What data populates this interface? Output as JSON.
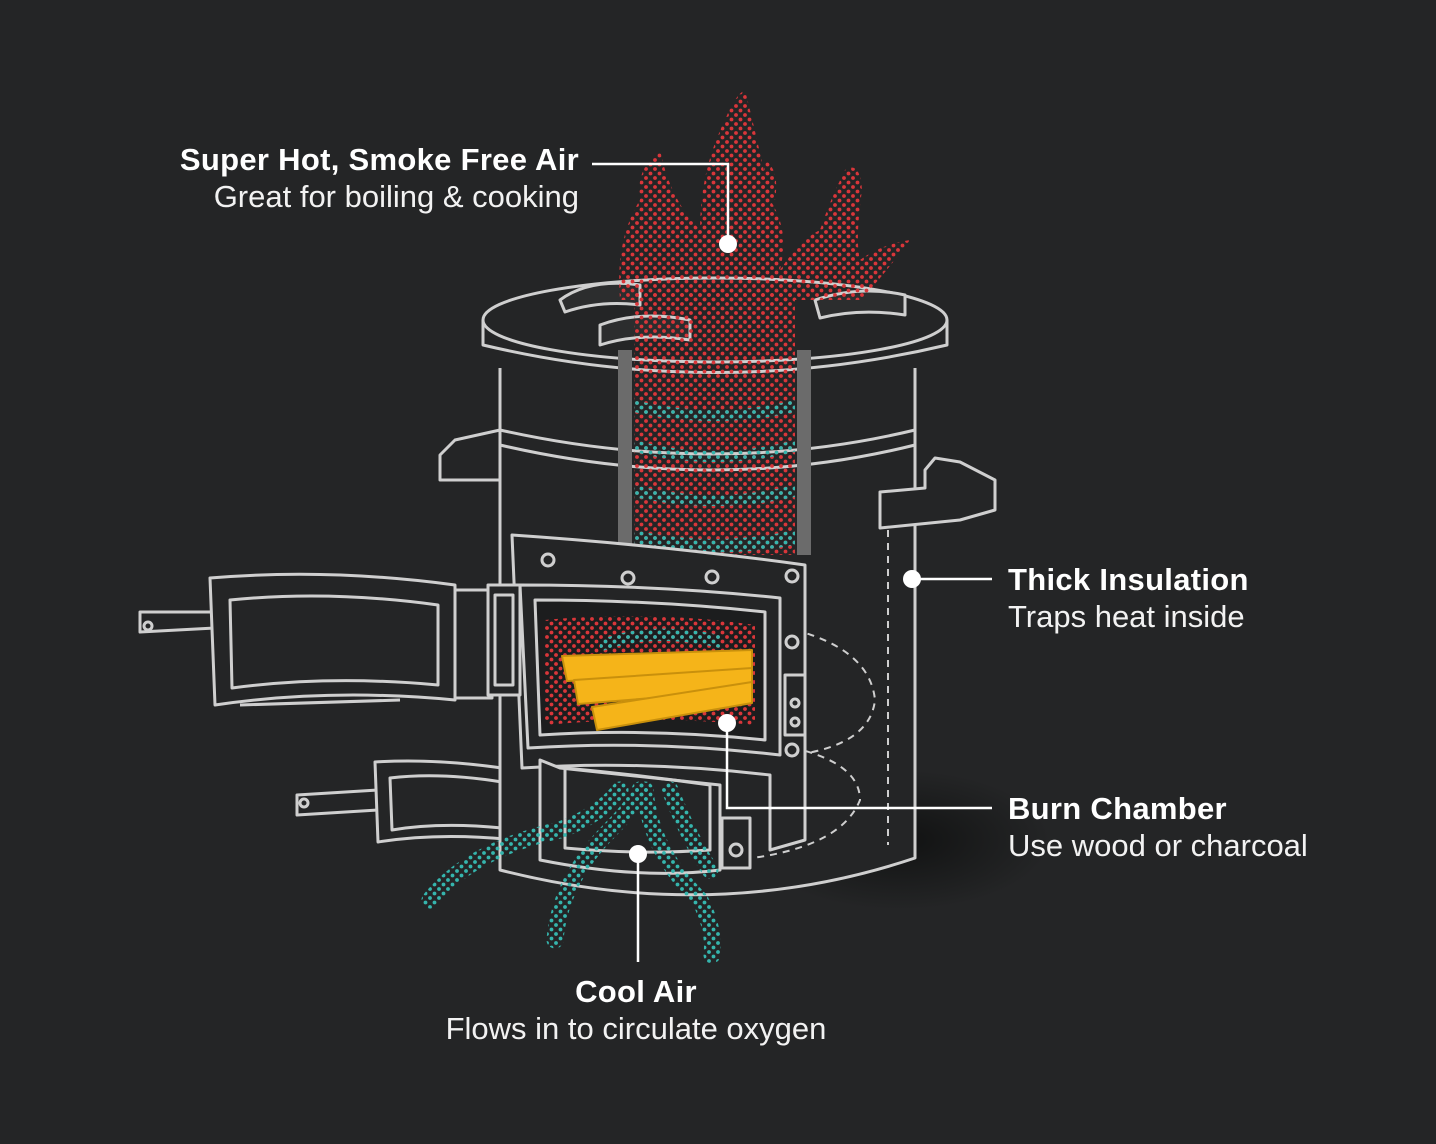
{
  "callouts": {
    "hot_air": {
      "title": "Super Hot, Smoke Free Air",
      "subtitle": "Great for boiling & cooking"
    },
    "insulation": {
      "title": "Thick Insulation",
      "subtitle": "Traps heat inside"
    },
    "burn_chamber": {
      "title": "Burn Chamber",
      "subtitle": "Use wood or charcoal"
    },
    "cool_air": {
      "title": "Cool Air",
      "subtitle": "Flows in to circulate oxygen"
    }
  },
  "colors": {
    "background": "#242526",
    "outline": "#cfcfcf",
    "hot_dots": "#d9363a",
    "cool_dots": "#35b5ad",
    "fuel": "#f5b419",
    "leader": "#ffffff"
  }
}
